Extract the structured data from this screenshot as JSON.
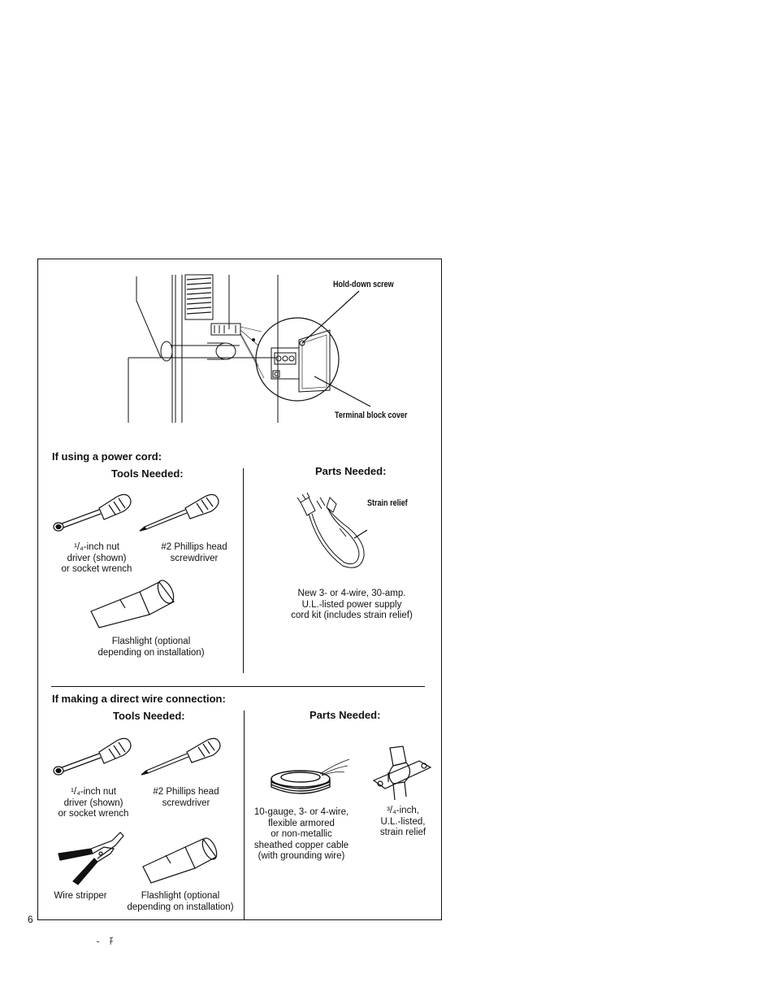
{
  "diagram": {
    "hold_down_label": "Hold-down screw",
    "terminal_cover_label": "Terminal block cover"
  },
  "power_cord": {
    "heading": "If using a power cord:",
    "tools_heading": "Tools Needed:",
    "parts_heading": "Parts Needed:",
    "tool_nut_driver": "¹/₄-inch nut\ndriver (shown)\nor socket wrench",
    "tool_phillips": "#2 Phillips head\nscrewdriver",
    "tool_flashlight": "Flashlight (optional\ndepending on installation)",
    "part_strain_relief_label": "Strain relief",
    "part_cord_kit": "New 3- or 4-wire, 30-amp.\nU.L.-listed power supply\ncord kit (includes strain relief)"
  },
  "direct_wire": {
    "heading": "If making a direct wire connection:",
    "tools_heading": "Tools Needed:",
    "parts_heading": "Parts Needed:",
    "tool_nut_driver": "¹/₄-inch nut\ndriver (shown)\nor socket wrench",
    "tool_phillips": "#2 Phillips head\nscrewdriver",
    "tool_wire_stripper": "Wire stripper",
    "tool_flashlight": "Flashlight (optional\ndepending on installation)",
    "part_cable": "10-gauge, 3- or 4-wire,\nflexible armored\nor non-metallic\nsheathed copper cable\n(with grounding wire)",
    "part_strain_relief": "³/₄-inch,\nU.L.-listed,\nstrain relief"
  },
  "page_number": "6"
}
